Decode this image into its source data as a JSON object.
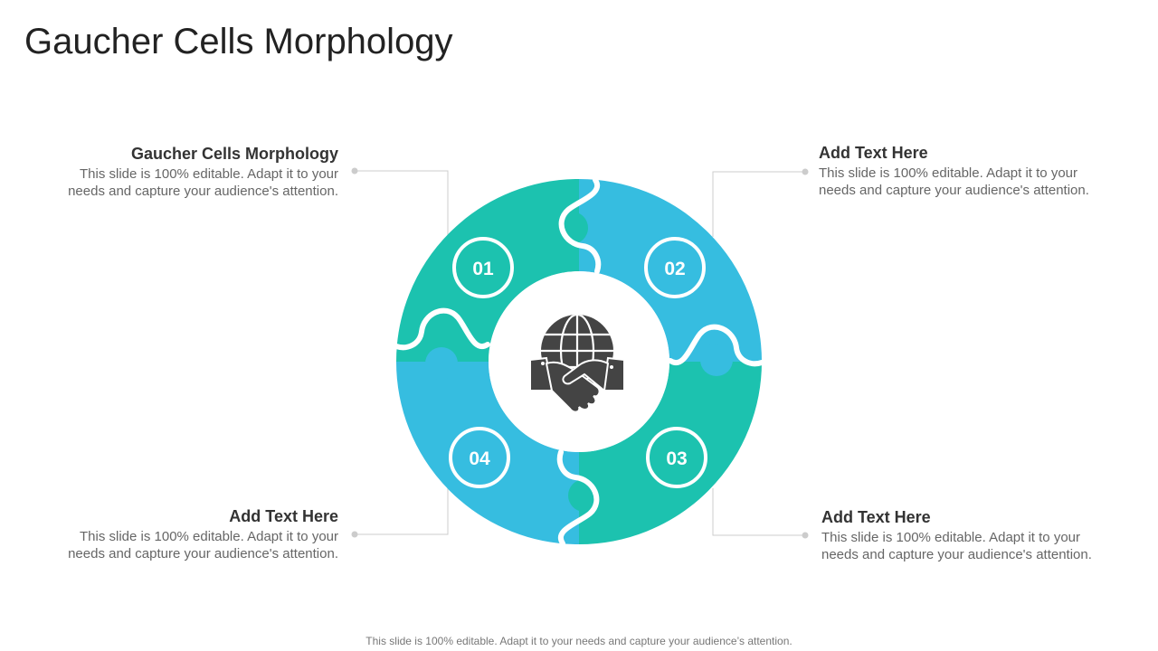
{
  "title": "Gaucher Cells Morphology",
  "items": [
    {
      "number": "01",
      "heading": "Gaucher Cells Morphology",
      "body": "This slide is 100% editable. Adapt it to your needs and capture your audience's attention.",
      "color": "#1CC2AF"
    },
    {
      "number": "02",
      "heading": "Add Text Here",
      "body": "This slide is 100% editable. Adapt it to your needs and capture your audience's attention.",
      "color": "#36BDE0"
    },
    {
      "number": "03",
      "heading": "Add Text Here",
      "body": "This slide is 100% editable. Adapt it to your needs and capture your audience's attention.",
      "color": "#1CC2AF"
    },
    {
      "number": "04",
      "heading": "Add Text Here",
      "body": "This slide is 100% editable. Adapt it to your needs and capture your audience's attention.",
      "color": "#36BDE0"
    }
  ],
  "center_icon": "globe-handshake-icon",
  "footer": "This slide is 100% editable. Adapt it to your needs and capture your audience’s attention."
}
